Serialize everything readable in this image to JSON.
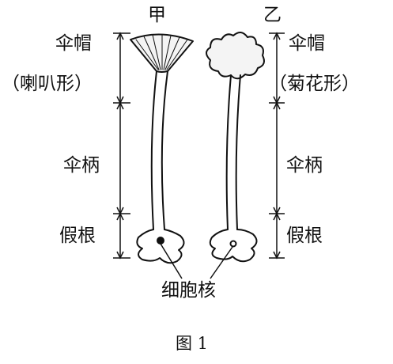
{
  "columns": {
    "left": "甲",
    "right": "乙"
  },
  "left_labels": {
    "cap": "伞帽",
    "cap_shape": "（喇叭形）",
    "stalk": "伞柄",
    "rhizoid": "假根"
  },
  "right_labels": {
    "cap": "伞帽",
    "cap_shape": "（菊花形）",
    "stalk": "伞柄",
    "rhizoid": "假根"
  },
  "nucleus_label": "细胞核",
  "figure_caption": "图 1"
}
